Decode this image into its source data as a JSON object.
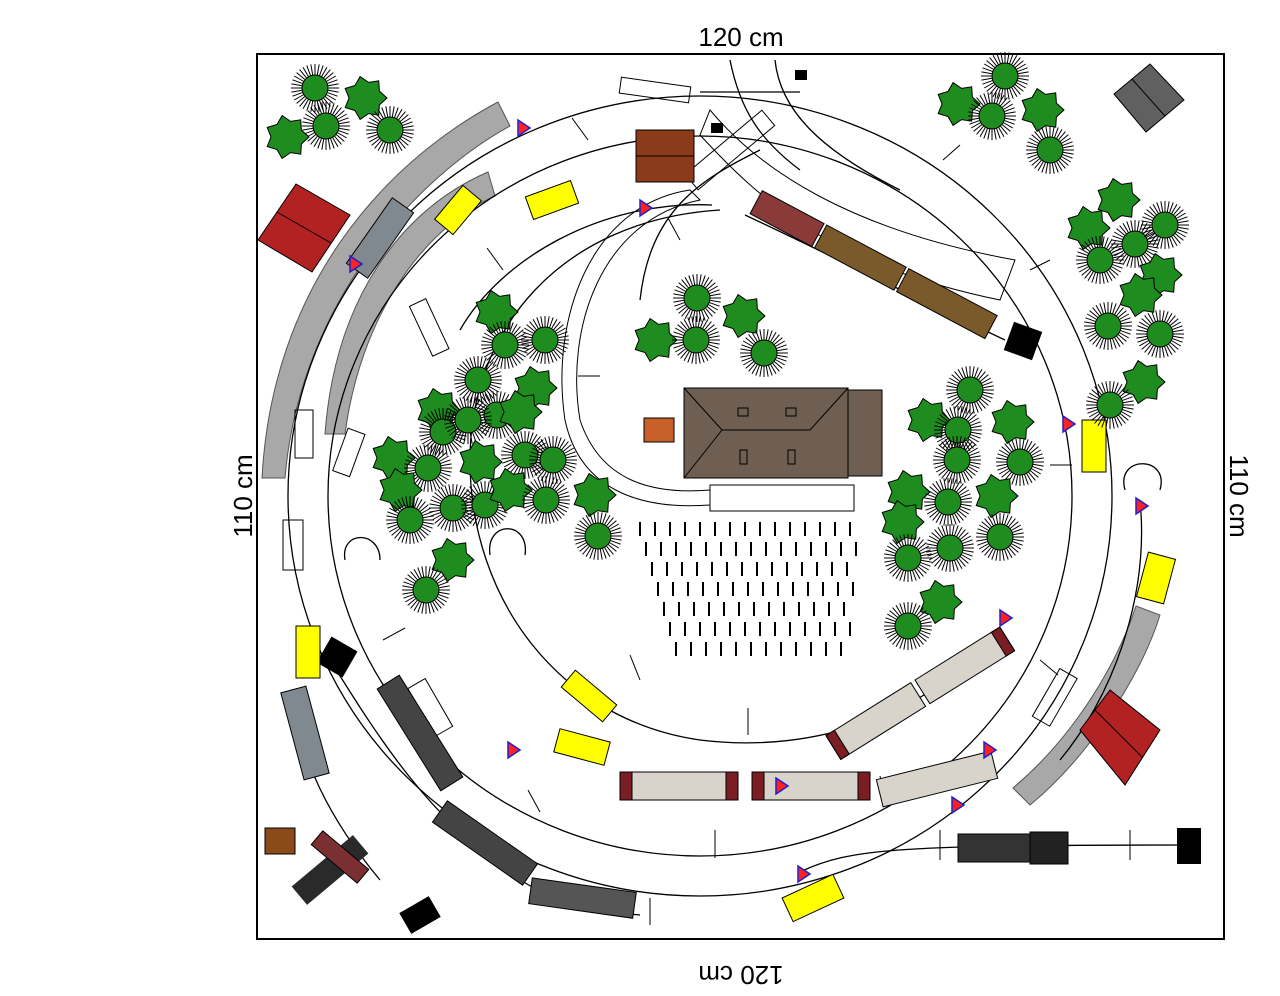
{
  "dimensions": {
    "top": "120 cm",
    "bottom": "120 cm",
    "left": "110 cm",
    "right": "110 cm"
  },
  "colors": {
    "board_border": "#000000",
    "track": "#000000",
    "platform": "#a8a8a8",
    "building_red": "#b22222",
    "building_brown": "#8b3a1a",
    "station_roof": "#6e5f52",
    "tree_green": "#1e8c1e",
    "signal_yellow": "#ffff00",
    "signal_marker": "#ff2020",
    "freight_car": "#7a5a2a",
    "coach_body": "#d8d4cc",
    "coach_end": "#7a1e24",
    "locomotive": "#333333",
    "tank_car": "#808890"
  }
}
